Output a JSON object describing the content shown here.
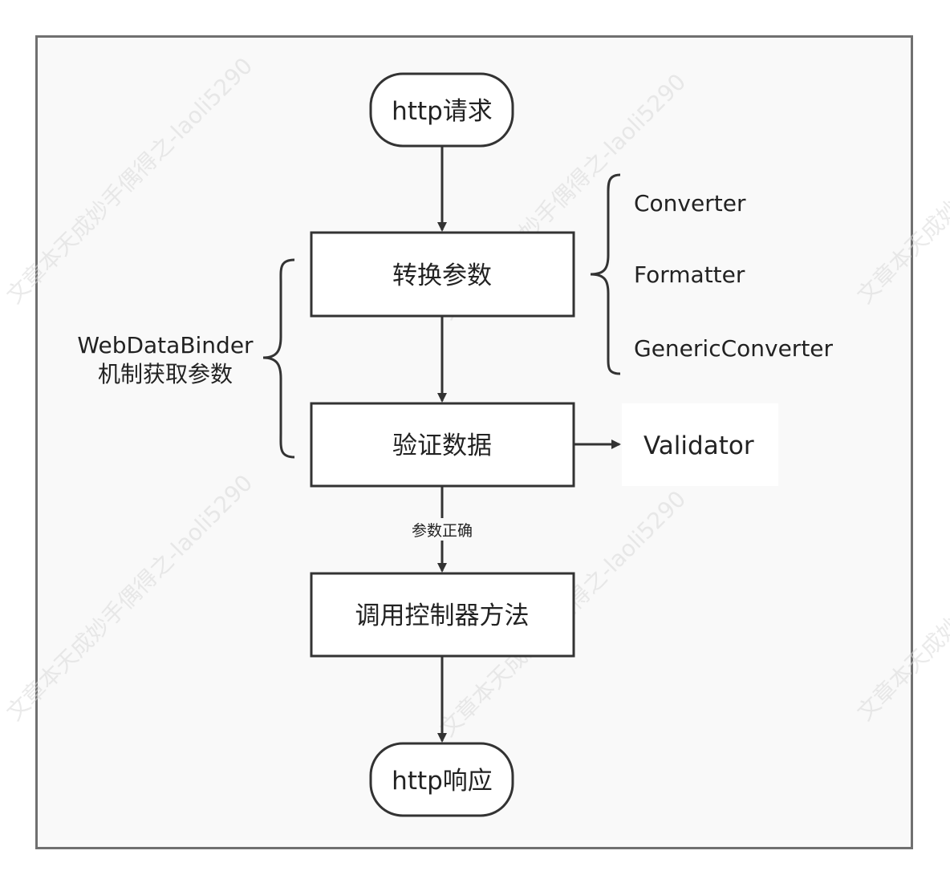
{
  "nodes": {
    "http_request": "http请求",
    "convert_params": "转换参数",
    "validate_data": "验证数据",
    "invoke_controller": "调用控制器方法",
    "http_response": "http响应"
  },
  "binder_label": {
    "line1": "WebDataBinder",
    "line2": "机制获取参数"
  },
  "converters": [
    "Converter",
    "Formatter",
    "GenericConverter"
  ],
  "validator": "Validator",
  "edge_label": "参数正确",
  "watermark": "文章本天成妙手偶得之-laoli5290",
  "colors": {
    "stroke": "#333333",
    "frame": "#707070",
    "background": "#f9f9f9"
  }
}
